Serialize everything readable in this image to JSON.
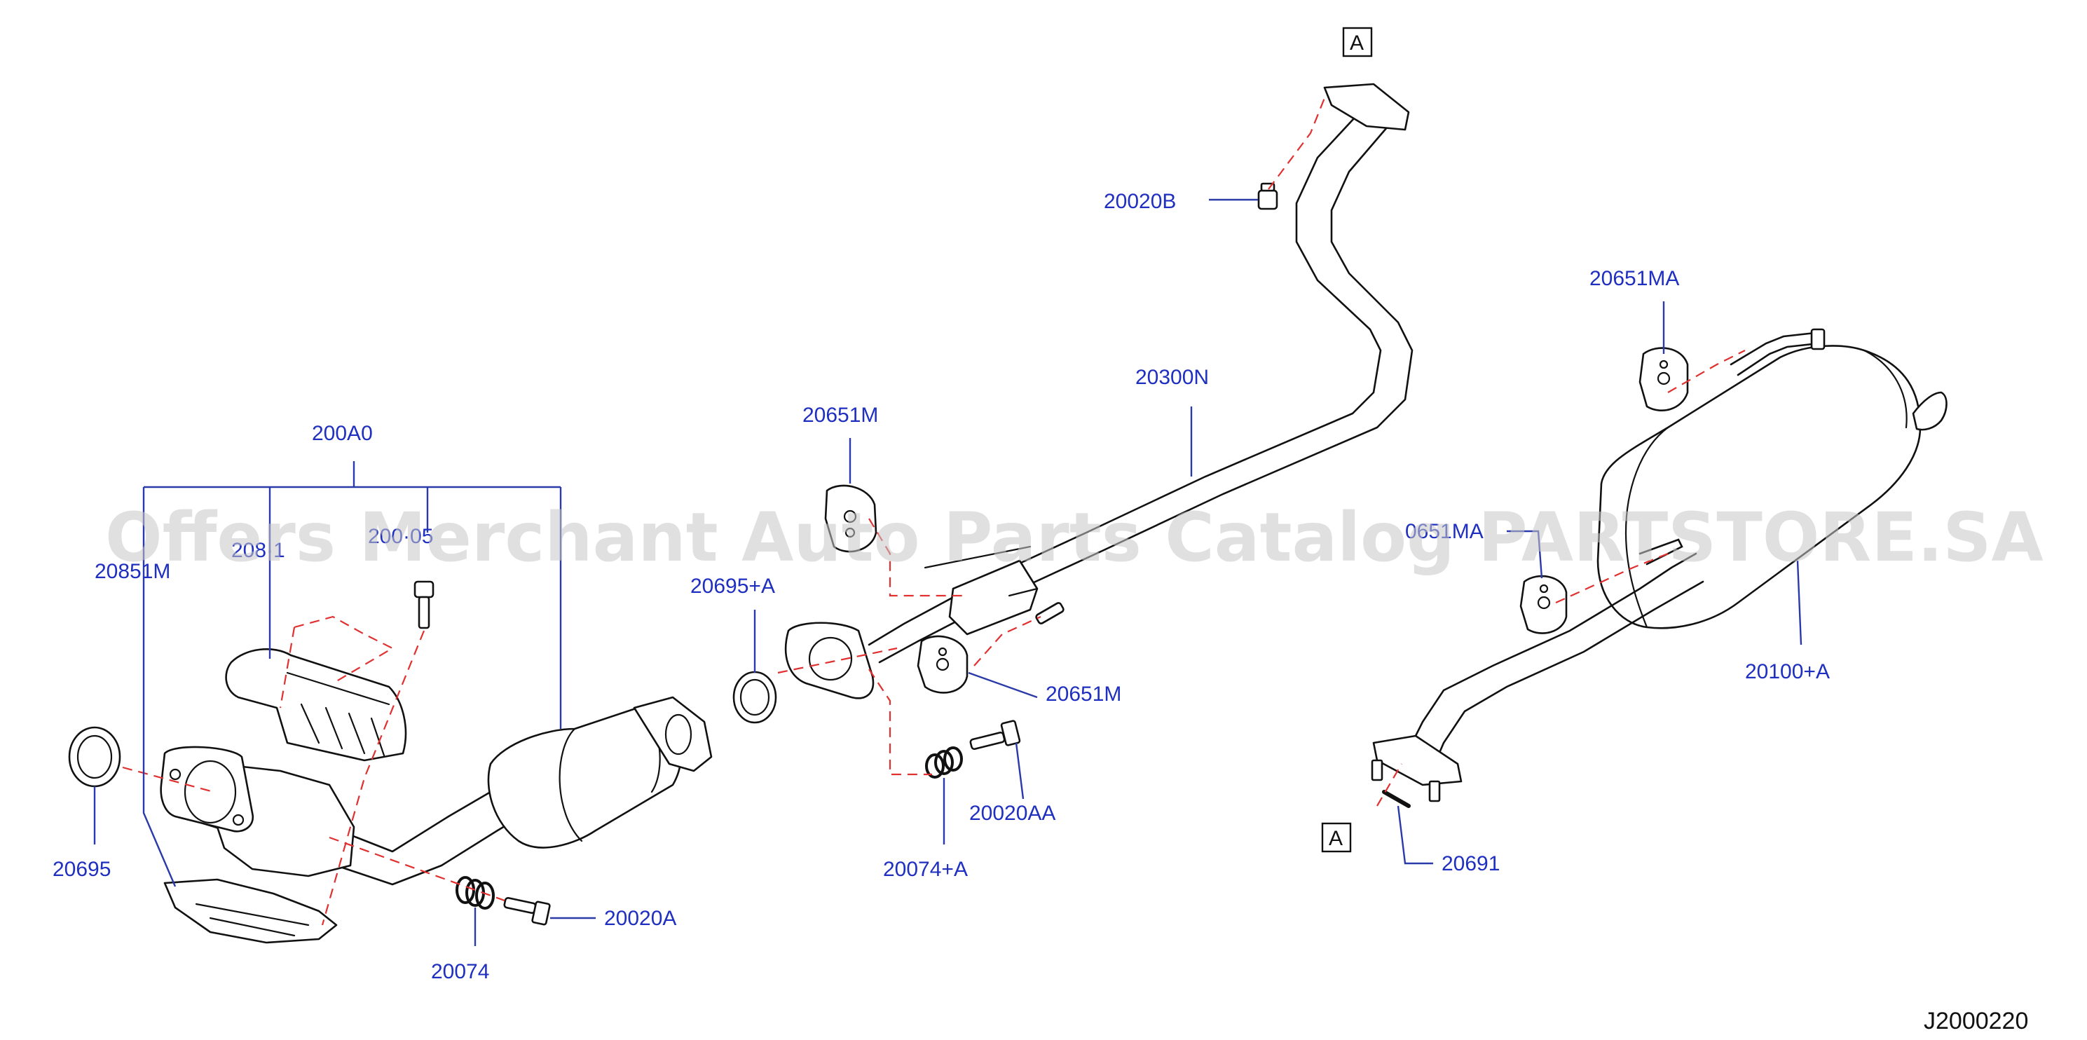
{
  "labels": {
    "p200A0": "200A0",
    "p20851M": "20851M",
    "p208x1": "208·1",
    "p200x5": "200·05",
    "p20695": "20695",
    "p20074": "20074",
    "p20020A": "20020A",
    "p20651M_top": "20651M",
    "p20695A": "20695+A",
    "p20651M_mid": "20651M",
    "p20074A": "20074+A",
    "p20020AA": "20020AA",
    "p20300N": "20300N",
    "p20020B": "20020B",
    "p20651MA_top": "20651MA",
    "p20651MA_mid": "0651MA",
    "p20100A": "20100+A",
    "p20691": "20691"
  },
  "refs": {
    "top": "A",
    "bottom": "A"
  },
  "diagram_code": "J2000220",
  "watermark": "Offers Merchant Auto Parts Catalog PARTSTORE.SA",
  "colors": {
    "label": "#1f2fbf",
    "dash": "#e03030",
    "line": "#111111",
    "watermark": "#c8c8c8"
  }
}
